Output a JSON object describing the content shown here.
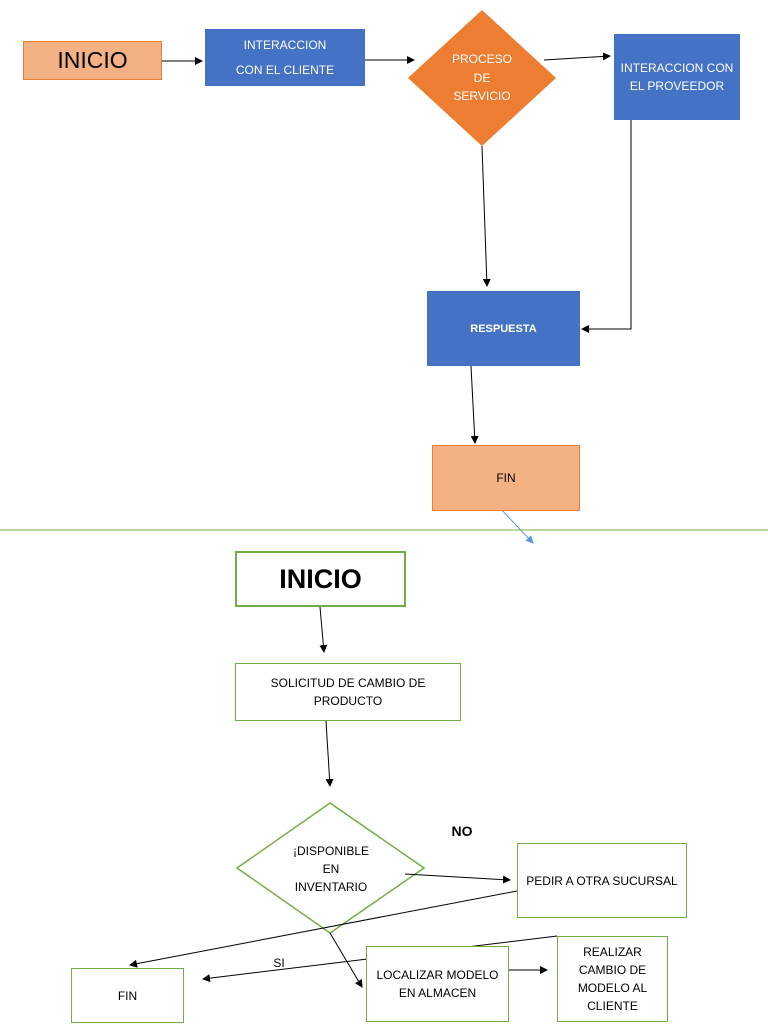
{
  "diagram1": {
    "inicio": "INICIO",
    "interaccion_cliente": "INTERACCION\n\nCON EL CLIENTE",
    "proceso_servicio": "PROCESO\nDE\nSERVICIO",
    "interaccion_proveedor": "INTERACCION CON\nEL PROVEEDOR",
    "respuesta": "RESPUESTA",
    "fin": "FIN"
  },
  "diagram2": {
    "inicio": "INICIO",
    "solicitud": "SOLICITUD DE CAMBIO DE\nPRODUCTO",
    "disponible": "¡DISPONIBLE\nEN\nINVENTARIO",
    "no_label": "NO",
    "si_label": "SI",
    "pedir": "PEDIR A OTRA SUCURSAL",
    "fin": "FIN",
    "localizar": "LOCALIZAR MODELO\nEN ALMACEN",
    "realizar": "REALIZAR\nCAMBIO DE\nMODELO AL\nCLIENTE"
  },
  "colors": {
    "blue": "#4472c4",
    "orange": "#ed7d31",
    "salmon": "#f4b183",
    "green": "#70ad47",
    "separator": "#70ad47"
  }
}
